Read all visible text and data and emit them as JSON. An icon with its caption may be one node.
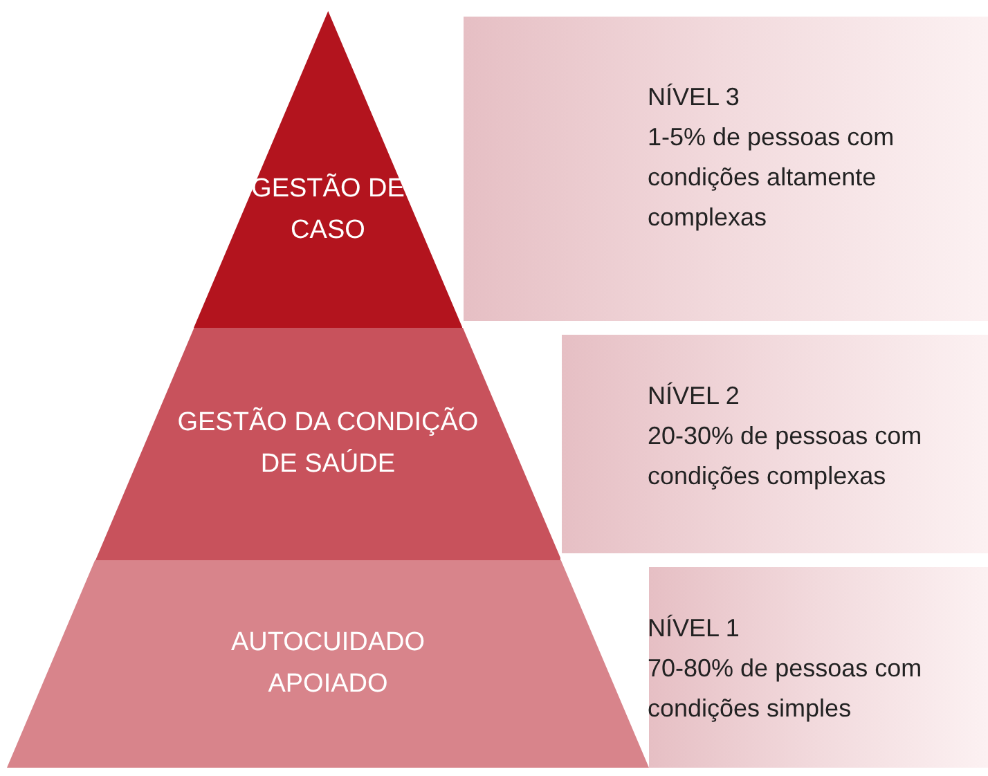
{
  "diagram": {
    "nodes": [
      {
        "text": [
          "GESTÃO DE CASO"
        ]
      },
      {
        "text": [
          "GESTÃO DA CONDIÇÃO DE SAÚDE"
        ]
      },
      {
        "text": [
          "AUTOCUIDADO APOIADO"
        ]
      },
      {
        "text": [
          "NÍVEL 3",
          "1-5% de pessoas com condições altamente complexas"
        ]
      },
      {
        "text": [
          "NÍVEL 2",
          "20-30% de pessoas com condições complexas"
        ]
      },
      {
        "text": [
          "NÍVEL 1",
          "70-80% de pessoas com condições simples"
        ]
      }
    ]
  }
}
